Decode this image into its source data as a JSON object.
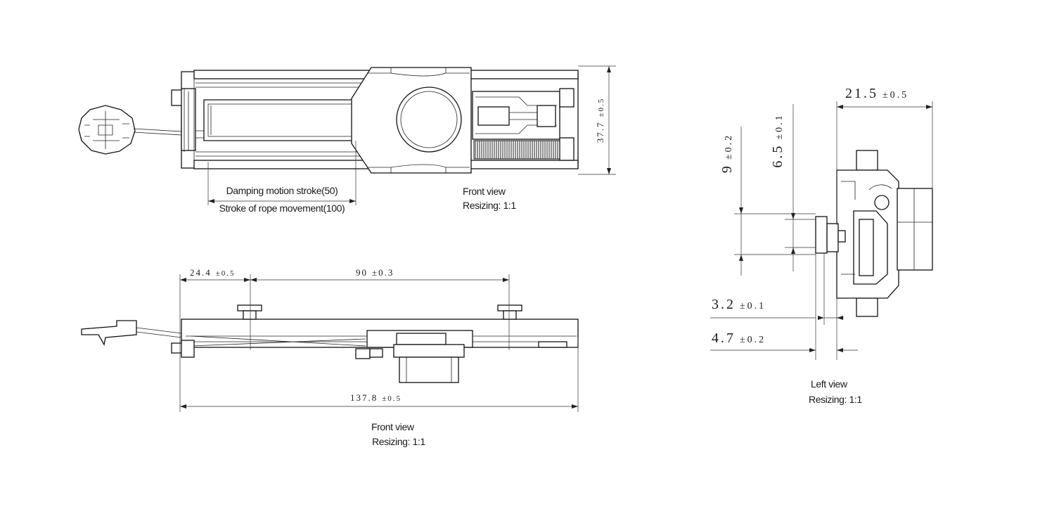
{
  "top_view": {
    "damping_label": "Damping motion stroke(50)",
    "rope_label": "Stroke of rope movement(100)",
    "height_value": "37.7",
    "height_tol": "±0.5",
    "caption_title": "Front  view",
    "caption_scale": "Resizing: 1:1"
  },
  "bottom_view": {
    "left_value": "24.4",
    "left_tol": "±0.5",
    "pitch_value": "90",
    "pitch_tol": "±0.3",
    "length_value": "137.8",
    "length_tol": "±0.5",
    "caption_title": "Front  view",
    "caption_scale": "Resizing: 1:1"
  },
  "left_view": {
    "width_value": "21.5",
    "width_tol": "±0.5",
    "pin_height_value": "9",
    "pin_height_tol": "±0.2",
    "pin_dia_value": "6.5",
    "pin_dia_tol": "±0.1",
    "dim_a_value": "3.2",
    "dim_a_tol": "±0.1",
    "dim_b_value": "4.7",
    "dim_b_tol": "±0.2",
    "caption_title": "Left view",
    "caption_scale": "Resizing: 1:1"
  }
}
